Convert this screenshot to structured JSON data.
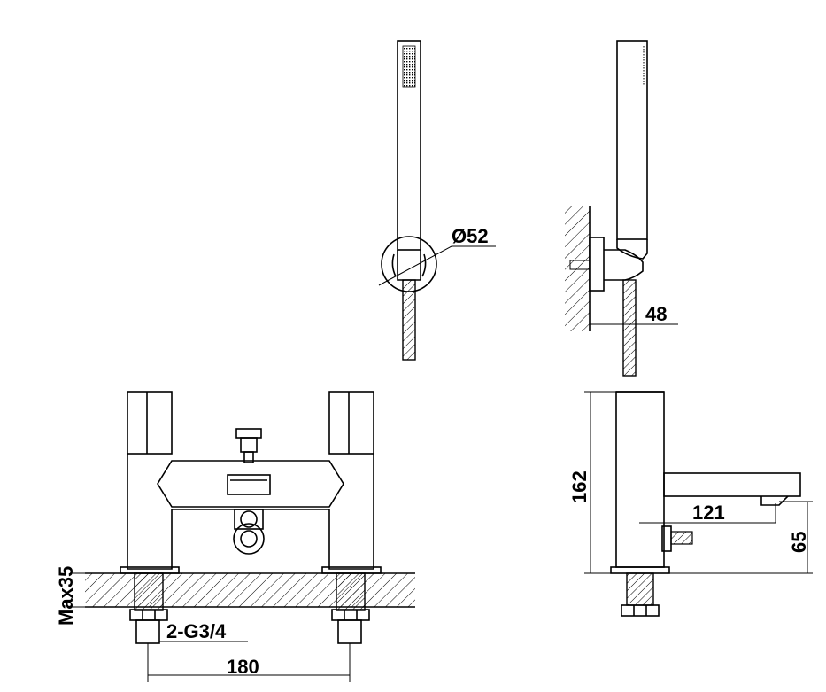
{
  "drawing": {
    "dimensions": {
      "shower_holder_diameter": "Ø52",
      "holder_projection": "48",
      "deck_thickness": "Max35",
      "connection_thread": "2-G3/4",
      "centres": "180",
      "overall_height": "162",
      "spout_reach": "121",
      "spout_height": "65"
    }
  }
}
